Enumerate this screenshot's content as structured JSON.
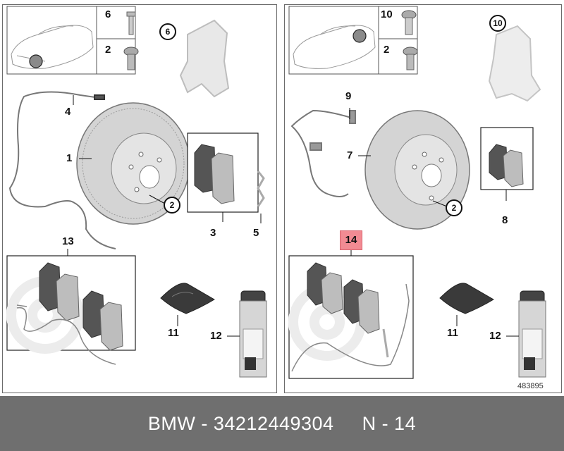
{
  "left_panel": {
    "callouts": {
      "part_6": "6",
      "part_2_top": "2",
      "caliper_6": "6",
      "part_4": "4",
      "part_1": "1",
      "disc_2": "2",
      "part_3": "3",
      "part_5": "5",
      "part_13": "13",
      "part_11": "11",
      "part_12": "12"
    }
  },
  "right_panel": {
    "callouts": {
      "part_10": "10",
      "part_2_top": "2",
      "caliper_10": "10",
      "part_9": "9",
      "part_7": "7",
      "disc_2": "2",
      "part_8": "8",
      "part_14": "14",
      "part_11": "11",
      "part_12": "12"
    },
    "diagram_number": "483895"
  },
  "footer": {
    "brand": "BMW",
    "separator": "-",
    "part_number": "34212449304",
    "position_label": "N - 14"
  },
  "colors": {
    "highlight": "#f28b93",
    "footer_bg": "#6f6f6f",
    "line": "#111111"
  }
}
